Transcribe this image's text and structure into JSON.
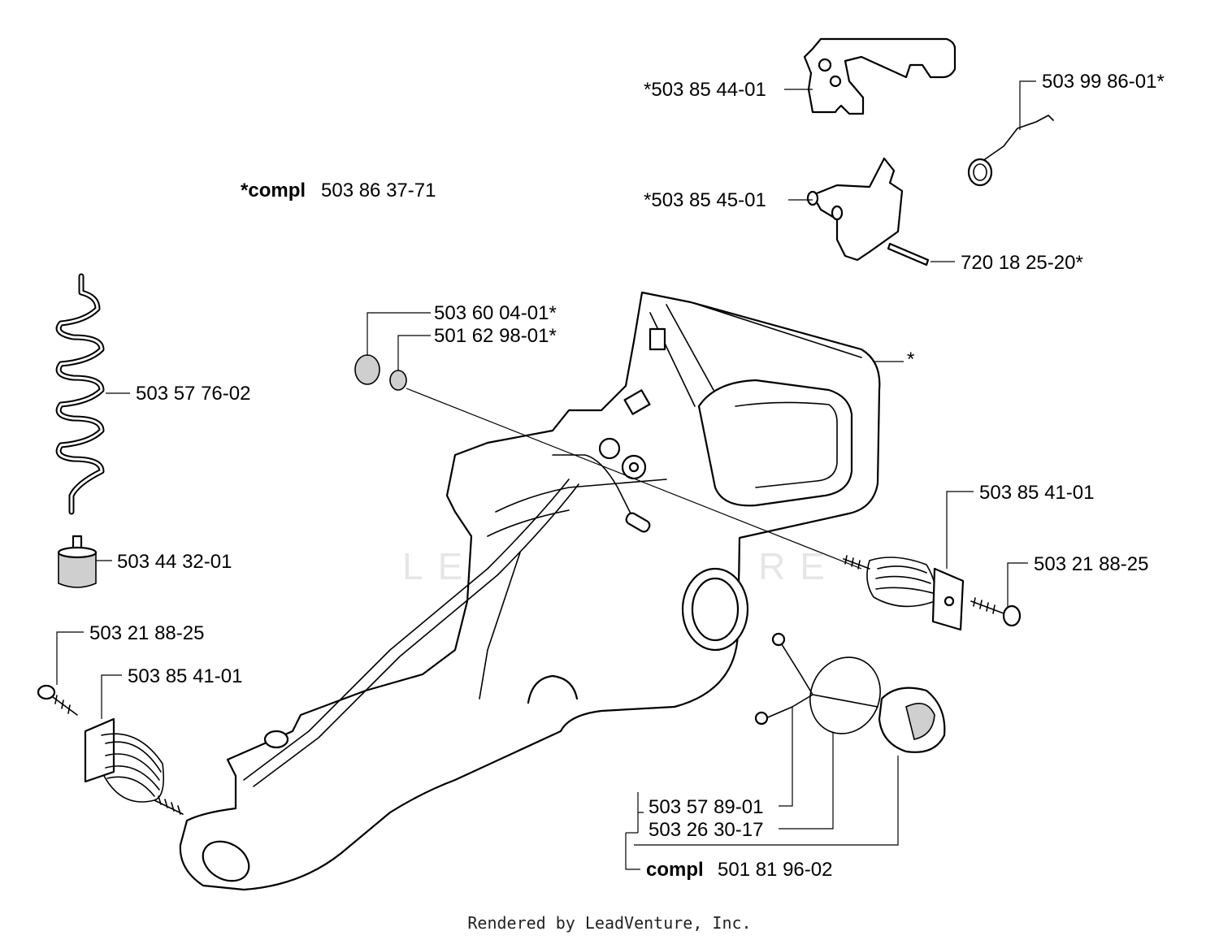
{
  "labels": {
    "compl_main_prefix": "*compl",
    "compl_main_number": "503 86 37-71",
    "p_503_85_44_01": "*503 85 44-01",
    "p_503_99_86_01": "503 99 86-01*",
    "p_503_85_45_01": "*503 85 45-01",
    "p_720_18_25_20": "720 18 25-20*",
    "p_503_60_04_01": "503 60 04-01*",
    "p_501_62_98_01": "501 62 98-01*",
    "p_star": "*",
    "p_503_57_76_02": "503 57 76-02",
    "p_503_44_32_01": "503 44 32-01",
    "p_503_85_41_01_right": "503 85 41-01",
    "p_503_21_88_25_right": "503 21 88-25",
    "p_503_21_88_25_left": "503 21 88-25",
    "p_503_85_41_01_left": "503 85 41-01",
    "p_503_57_89_01": "503 57 89-01",
    "p_503_26_30_17": "503 26 30-17",
    "compl_cap_prefix": "compl",
    "compl_cap_number": "501 81 96-02"
  },
  "watermark": "LEADVENTURE",
  "footer": "Rendered by LeadVenture, Inc."
}
